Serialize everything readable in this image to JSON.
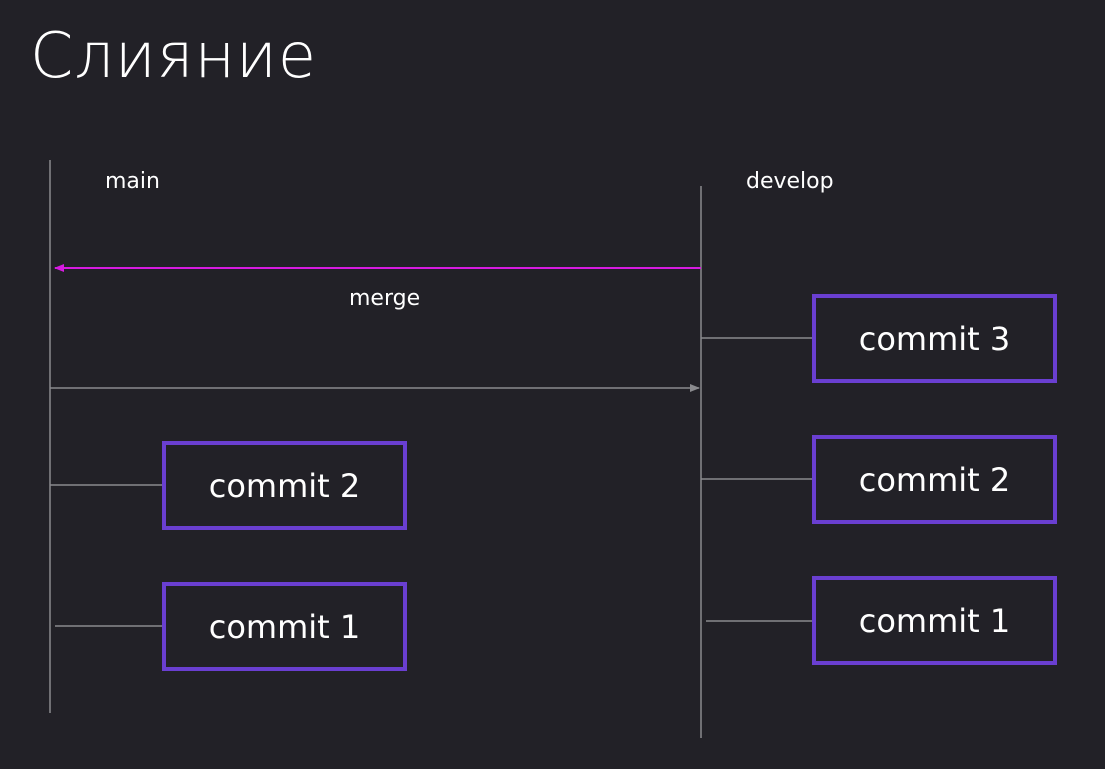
{
  "title": "Слияние",
  "colors": {
    "background": "#222127",
    "line": "#8a8a8e",
    "merge_arrow": "#d61be0",
    "commit_border": "#6a3fd1",
    "text": "#ffffff"
  },
  "branches": {
    "main": {
      "label": "main",
      "commits": [
        "commit 2",
        "commit 1"
      ]
    },
    "develop": {
      "label": "develop",
      "commits": [
        "commit 3",
        "commit 2",
        "commit 1"
      ]
    }
  },
  "edges": {
    "merge_label": "merge",
    "merge_direction": "develop-to-main",
    "branch_direction": "main-to-develop"
  }
}
